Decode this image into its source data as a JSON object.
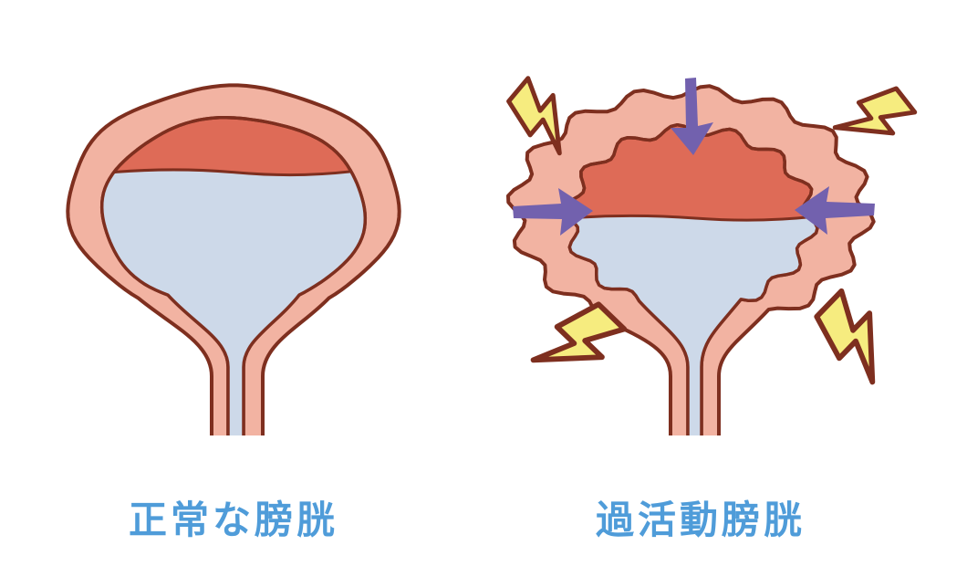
{
  "panels": [
    {
      "id": "normal",
      "label": "正常な膀胱"
    },
    {
      "id": "overactive",
      "label": "過活動膀胱"
    }
  ],
  "colors": {
    "bg": "#ffffff",
    "wall_pink": "#f2b3a2",
    "muscle_red": "#de6b57",
    "urine_blue": "#cdd9e9",
    "outline_brown": "#7e2f1f",
    "arrow_purple": "#7261ae",
    "bolt_yellow": "#f6ec7f",
    "label_blue": "#4f9cd9"
  }
}
